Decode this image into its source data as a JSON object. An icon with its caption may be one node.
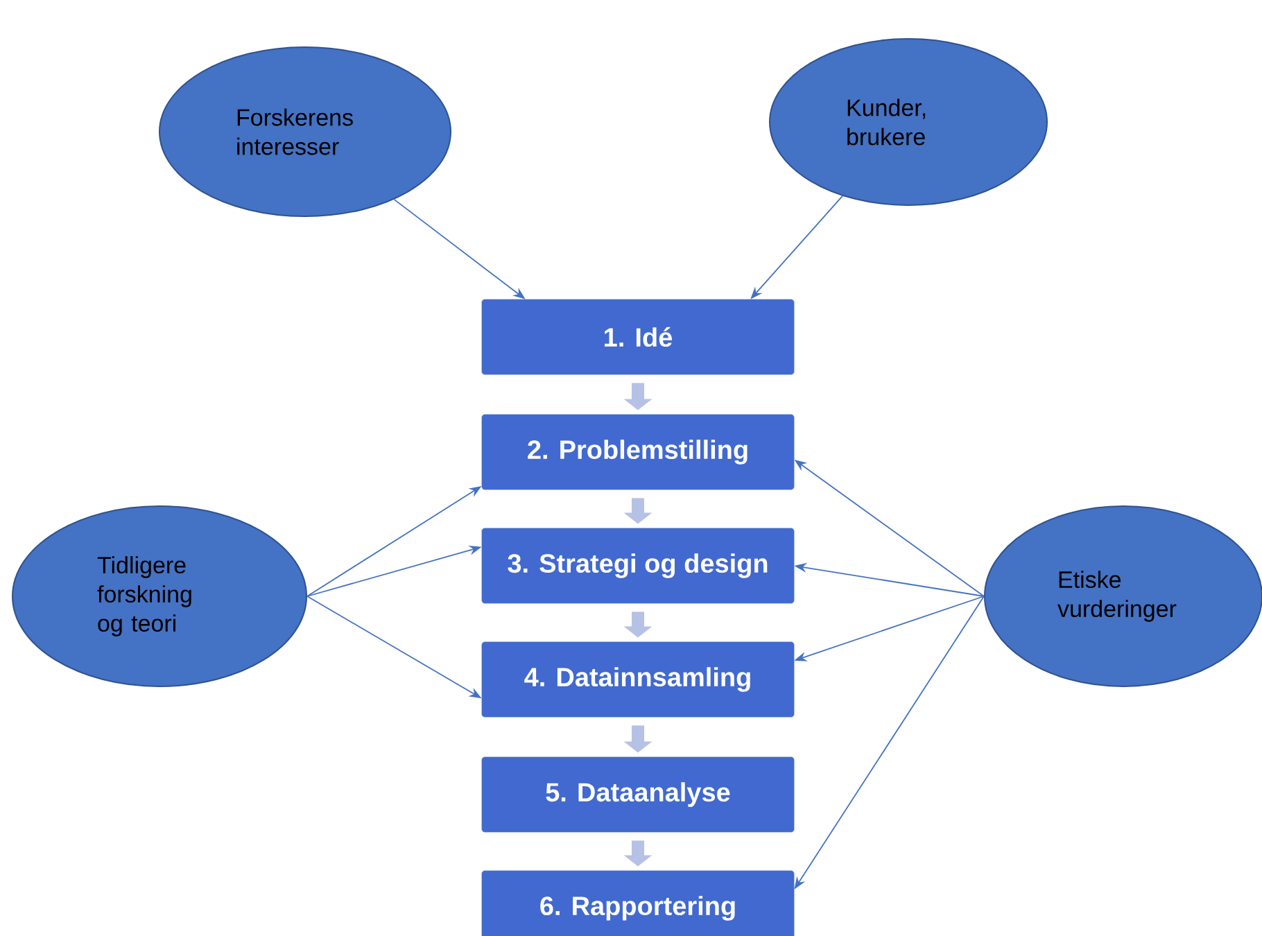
{
  "diagram": {
    "nodes": [
      {
        "text": [
          "Forskerens interesser"
        ]
      },
      {
        "text": [
          "Kunder, brukere"
        ]
      },
      {
        "text": [
          "1. Idé"
        ]
      },
      {
        "text": [
          "2. Problemstilling"
        ]
      },
      {
        "text": [
          "3. Strategi og design"
        ]
      },
      {
        "text": [
          "4. Datainnsamling"
        ]
      },
      {
        "text": [
          "5. Dataanalyse"
        ]
      },
      {
        "text": [
          "6. Rapportering"
        ]
      },
      {
        "text": [
          "Tidligere forskning og teori"
        ]
      },
      {
        "text": [
          "Etiske vurderinger"
        ]
      }
    ],
    "edges": [
      {
        "from": 0,
        "to": 2,
        "arrow": "to"
      },
      {
        "from": 1,
        "to": 2,
        "arrow": "to"
      },
      {
        "from": 2,
        "to": 3,
        "arrow": "to",
        "style": "thick",
        "color": "#b6c1e6"
      },
      {
        "from": 3,
        "to": 4,
        "arrow": "to",
        "style": "thick",
        "color": "#b6c1e6"
      },
      {
        "from": 4,
        "to": 5,
        "arrow": "to",
        "style": "thick",
        "color": "#b6c1e6"
      },
      {
        "from": 5,
        "to": 6,
        "arrow": "to",
        "style": "thick",
        "color": "#b6c1e6"
      },
      {
        "from": 6,
        "to": 7,
        "arrow": "to",
        "style": "thick",
        "color": "#b6c1e6"
      },
      {
        "from": 8,
        "to": 3,
        "arrow": "to"
      },
      {
        "from": 8,
        "to": 4,
        "arrow": "to"
      },
      {
        "from": 8,
        "to": 5,
        "arrow": "to"
      },
      {
        "from": 9,
        "to": 3,
        "arrow": "to"
      },
      {
        "from": 9,
        "to": 4,
        "arrow": "to"
      },
      {
        "from": 9,
        "to": 5,
        "arrow": "to"
      },
      {
        "from": 9,
        "to": 7,
        "arrow": "to"
      }
    ]
  }
}
